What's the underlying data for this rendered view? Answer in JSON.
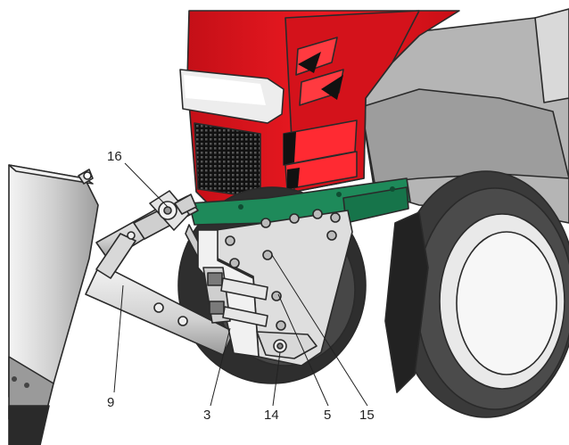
{
  "diagram": {
    "callouts": [
      "16",
      "9",
      "3",
      "14",
      "5",
      "15"
    ],
    "colors": {
      "hood_red": "#e8111c",
      "bracket_green": "#1e8a5a",
      "metal_grey": "#bdbdbd",
      "tire_dark": "#3a3a3a",
      "outline": "#2a2a2a"
    }
  }
}
